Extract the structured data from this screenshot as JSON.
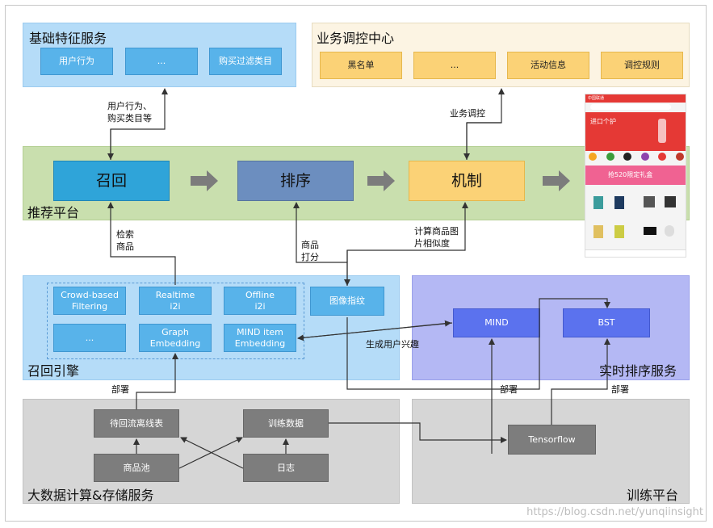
{
  "panels": {
    "base_feature": {
      "title": "基础特征服务",
      "boxes": [
        "用户行为",
        "...",
        "购买过滤类目"
      ]
    },
    "biz_control": {
      "title": "业务调控中心",
      "boxes": [
        "黑名单",
        "...",
        "活动信息",
        "调控规则"
      ]
    },
    "rec_platform": {
      "title": "推荐平台",
      "stages": [
        "召回",
        "排序",
        "机制"
      ]
    },
    "recall_engine": {
      "title": "召回引擎",
      "boxes": [
        "Crowd-based\nFiltering",
        "Realtime\ni2i",
        "Offline\ni2i",
        "...",
        "Graph\nEmbedding",
        "MIND item\nEmbedding"
      ],
      "image_box": "图像指纹"
    },
    "realtime_rank": {
      "title": "实时排序服务",
      "boxes": [
        "MIND",
        "BST"
      ]
    },
    "bigdata": {
      "title": "大数据计算&存储服务",
      "boxes": [
        "待回流离线表",
        "训练数据",
        "商品池",
        "日志"
      ]
    },
    "training": {
      "title": "训练平台",
      "boxes": [
        "Tensorflow"
      ]
    }
  },
  "labels": {
    "user_behavior": "用户行为、\n购买类目等",
    "biz_control": "业务调控",
    "search_item": "检索\n商品",
    "item_score": "商品\n打分",
    "image_sim": "计算商品图\n片相似度",
    "gen_interest": "生成用户兴趣",
    "deploy1": "部署",
    "deploy2": "部署",
    "deploy3": "部署"
  },
  "phone": {
    "status": "中国联通",
    "banner_text": "进口个护",
    "promo_text": "抢520限定礼盒"
  },
  "watermark": "https://blog.csdn.net/yunqiinsight",
  "colors": {
    "blue_panel": "#b5dcf8",
    "green_panel": "#c9dfae",
    "cream_panel": "#fcf4e3",
    "purple_panel": "#b4b8f4",
    "gray_panel": "#d6d6d6",
    "box_blue": "#58b3ea",
    "box_orange": "#fbd276",
    "box_teal": "#2fa4d9",
    "box_slate": "#6c8ebf",
    "box_indigo": "#5b72ee",
    "box_gray": "#7d7d7d",
    "arrow_gray": "#7c7c7c"
  }
}
